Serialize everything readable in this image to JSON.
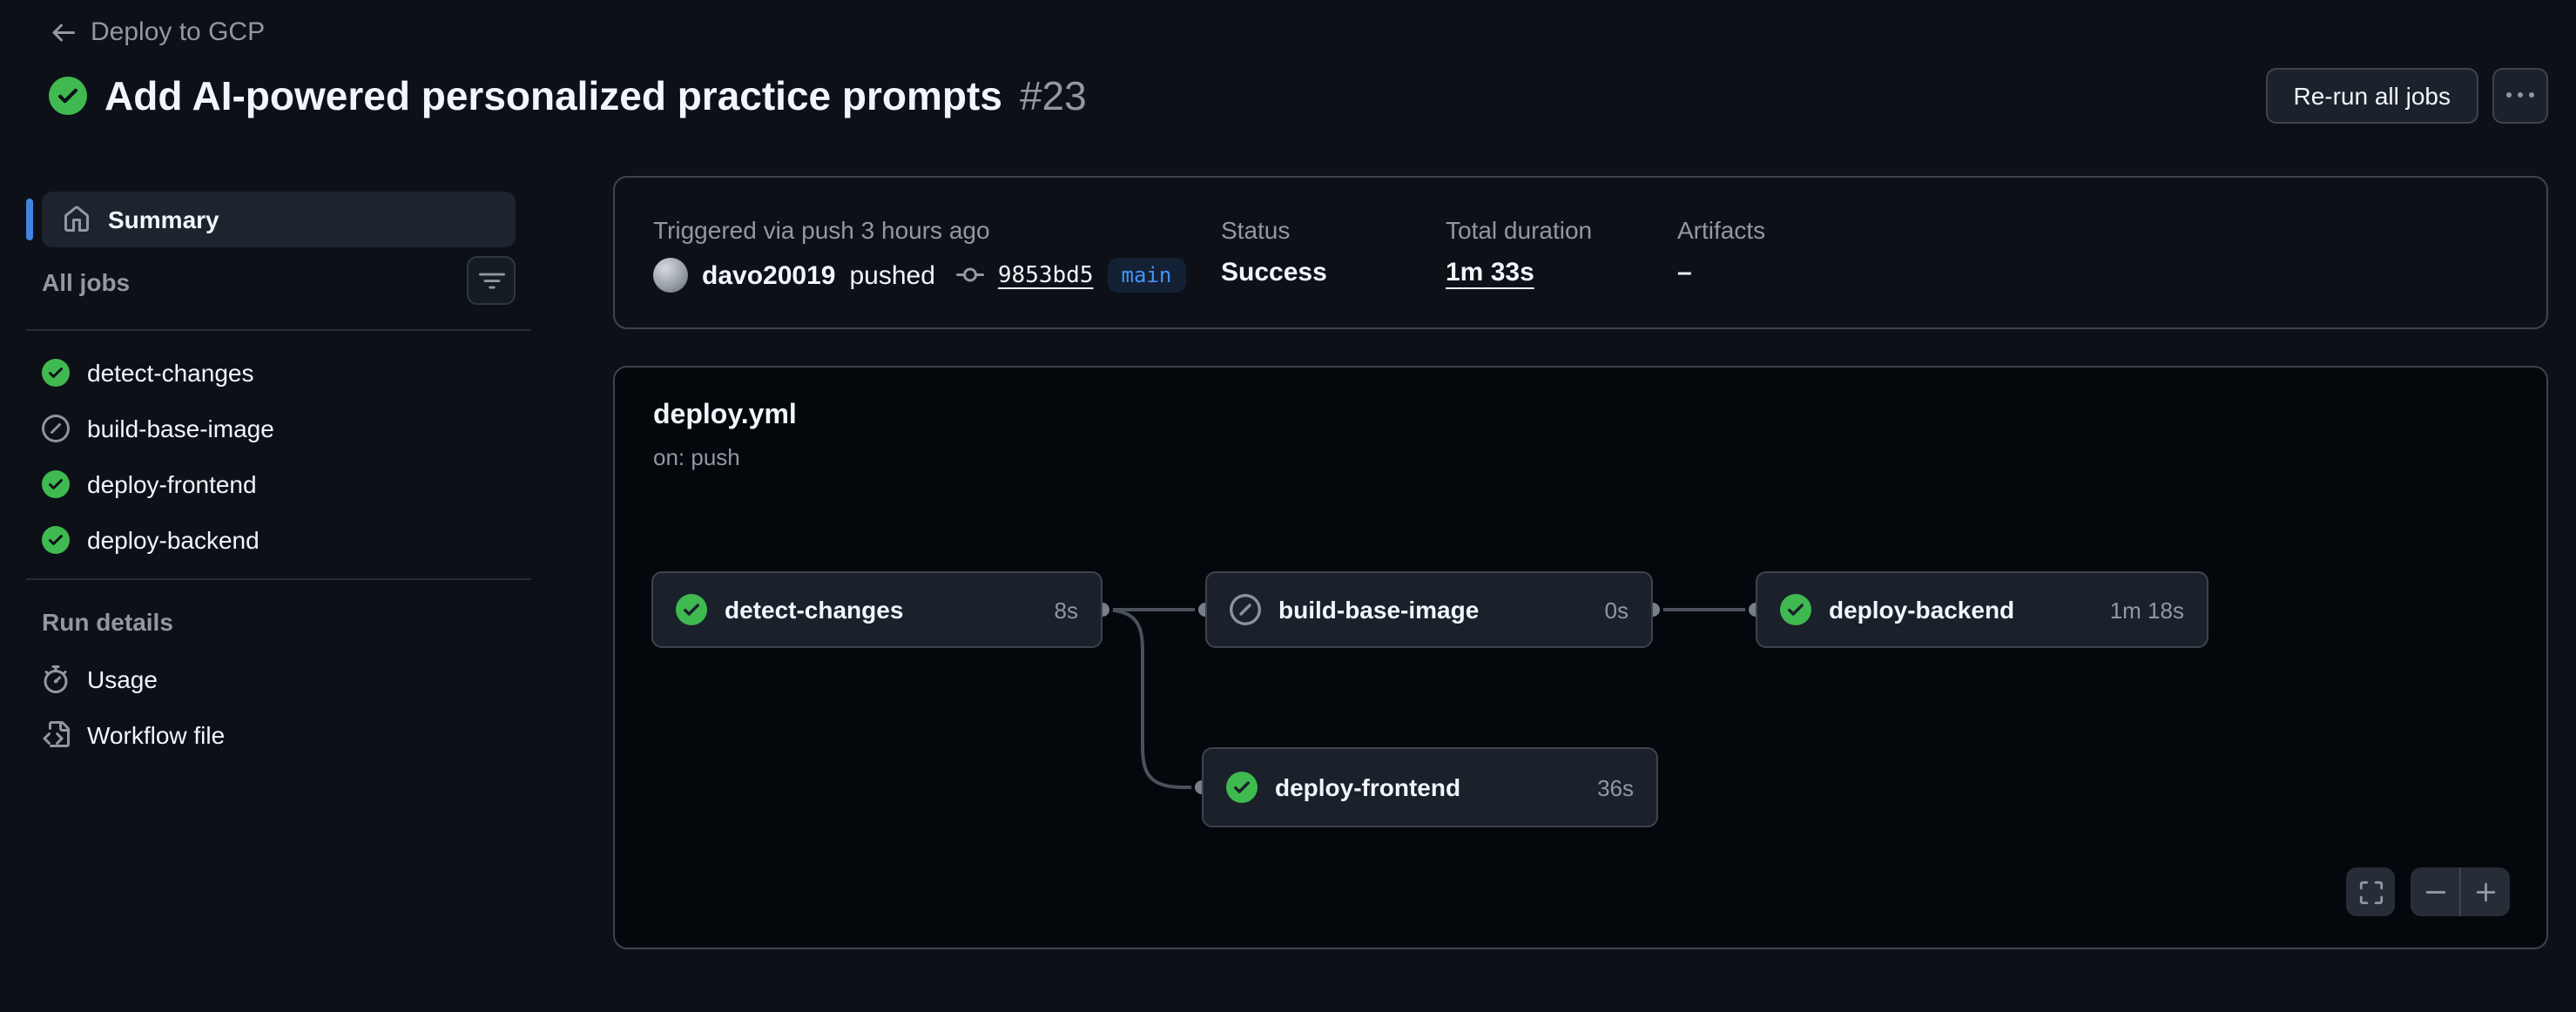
{
  "header": {
    "breadcrumb": "Deploy to GCP",
    "title": "Add AI-powered personalized practice prompts",
    "run_number": "#23",
    "rerun_button": "Re-run all jobs",
    "run_status": "success"
  },
  "sidebar": {
    "summary_label": "Summary",
    "all_jobs_label": "All jobs",
    "jobs": [
      {
        "name": "detect-changes",
        "status": "success"
      },
      {
        "name": "build-base-image",
        "status": "skipped"
      },
      {
        "name": "deploy-frontend",
        "status": "success"
      },
      {
        "name": "deploy-backend",
        "status": "success"
      }
    ],
    "run_details_label": "Run details",
    "usage_label": "Usage",
    "workflow_file_label": "Workflow file"
  },
  "card": {
    "trigger_label": "Triggered via push 3 hours ago",
    "actor": "davo20019",
    "action": "pushed",
    "commit_sha": "9853bd5",
    "branch": "main",
    "status_label": "Status",
    "status_value": "Success",
    "duration_label": "Total duration",
    "duration_value": "1m 33s",
    "artifacts_label": "Artifacts",
    "artifacts_value": "–"
  },
  "graph": {
    "workflow_file": "deploy.yml",
    "trigger": "on: push",
    "nodes": [
      {
        "name": "detect-changes",
        "duration": "8s",
        "status": "success"
      },
      {
        "name": "build-base-image",
        "duration": "0s",
        "status": "skipped"
      },
      {
        "name": "deploy-backend",
        "duration": "1m 18s",
        "status": "success"
      },
      {
        "name": "deploy-frontend",
        "duration": "36s",
        "status": "success"
      }
    ]
  },
  "colors": {
    "page_background": "#0d1117",
    "graph_canvas": "#04070c",
    "success_green": "#3fb950",
    "skipped_gray": "#8b949e",
    "accent_blue": "#4493f8",
    "selected_marker_blue": "#4184e4",
    "muted_text": "#9198a1",
    "border": "#3d444d"
  }
}
